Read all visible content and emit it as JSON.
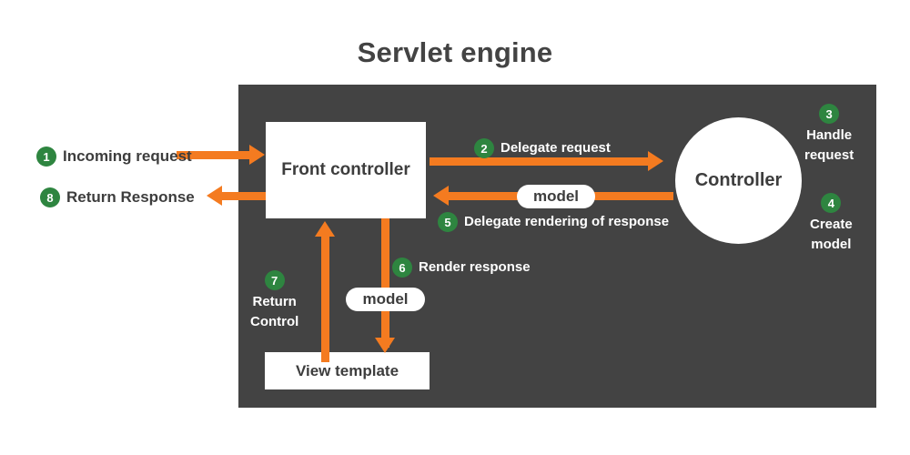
{
  "diagram": {
    "title": "Servlet engine",
    "panel_color": "#434343",
    "accent_orange": "#F47B20",
    "badge_green": "#2E8540",
    "nodes": {
      "front_controller": "Front controller",
      "controller": "Controller",
      "view_template": "View  template",
      "model_pill_1": "model",
      "model_pill_2": "model"
    },
    "steps": [
      {
        "num": "1",
        "label": "Incoming request",
        "theme": "dark"
      },
      {
        "num": "2",
        "label": "Delegate request",
        "theme": "light"
      },
      {
        "num": "3",
        "line1": "Handle",
        "line2": "request",
        "theme": "light"
      },
      {
        "num": "4",
        "line1": "Create",
        "line2": "model",
        "theme": "light"
      },
      {
        "num": "5",
        "label": "Delegate rendering of response",
        "theme": "light"
      },
      {
        "num": "6",
        "label": "Render response",
        "theme": "light"
      },
      {
        "num": "7",
        "line1": "Return",
        "line2": "Control",
        "theme": "light"
      },
      {
        "num": "8",
        "label": "Return Response",
        "theme": "dark"
      }
    ]
  }
}
